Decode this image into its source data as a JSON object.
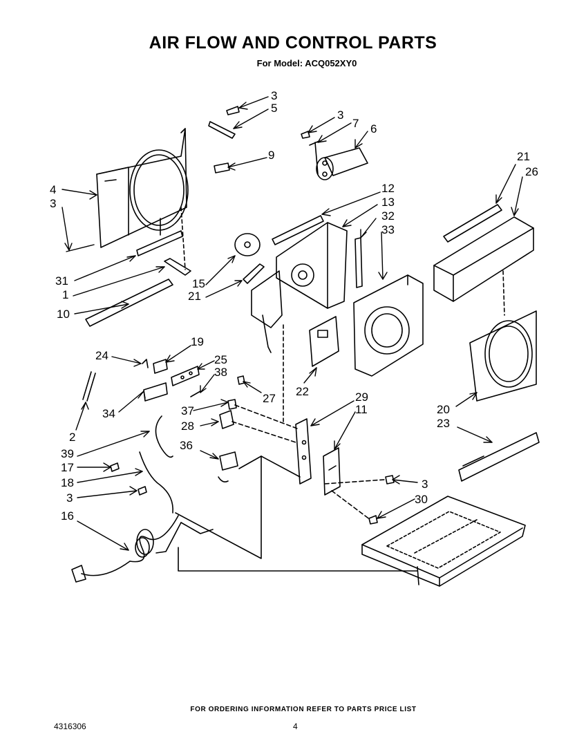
{
  "header": {
    "title": "AIR FLOW AND CONTROL PARTS",
    "subtitle": "For Model: ACQ052XY0"
  },
  "callouts": [
    {
      "id": "c3a",
      "label": "3"
    },
    {
      "id": "c5",
      "label": "5"
    },
    {
      "id": "c3b",
      "label": "3"
    },
    {
      "id": "c7",
      "label": "7"
    },
    {
      "id": "c6",
      "label": "6"
    },
    {
      "id": "c9",
      "label": "9"
    },
    {
      "id": "c4",
      "label": "4"
    },
    {
      "id": "c3c",
      "label": "3"
    },
    {
      "id": "c21a",
      "label": "21"
    },
    {
      "id": "c26",
      "label": "26"
    },
    {
      "id": "c12",
      "label": "12"
    },
    {
      "id": "c13",
      "label": "13"
    },
    {
      "id": "c32",
      "label": "32"
    },
    {
      "id": "c33",
      "label": "33"
    },
    {
      "id": "c31",
      "label": "31"
    },
    {
      "id": "c1",
      "label": "1"
    },
    {
      "id": "c10",
      "label": "10"
    },
    {
      "id": "c15",
      "label": "15"
    },
    {
      "id": "c21b",
      "label": "21"
    },
    {
      "id": "c24",
      "label": "24"
    },
    {
      "id": "c19",
      "label": "19"
    },
    {
      "id": "c25",
      "label": "25"
    },
    {
      "id": "c38",
      "label": "38"
    },
    {
      "id": "c27",
      "label": "27"
    },
    {
      "id": "c22",
      "label": "22"
    },
    {
      "id": "c34",
      "label": "34"
    },
    {
      "id": "c2",
      "label": "2"
    },
    {
      "id": "c37",
      "label": "37"
    },
    {
      "id": "c29",
      "label": "29"
    },
    {
      "id": "c11",
      "label": "11"
    },
    {
      "id": "c20",
      "label": "20"
    },
    {
      "id": "c23",
      "label": "23"
    },
    {
      "id": "c28",
      "label": "28"
    },
    {
      "id": "c39",
      "label": "39"
    },
    {
      "id": "c36",
      "label": "36"
    },
    {
      "id": "c17",
      "label": "17"
    },
    {
      "id": "c18",
      "label": "18"
    },
    {
      "id": "c3d",
      "label": "3"
    },
    {
      "id": "c3e",
      "label": "3"
    },
    {
      "id": "c30",
      "label": "30"
    },
    {
      "id": "c16",
      "label": "16"
    }
  ],
  "footer": {
    "note": "FOR ORDERING INFORMATION REFER TO PARTS PRICE LIST",
    "document_number": "4316306",
    "page_number": "4"
  },
  "colors": {
    "ink": "#000000",
    "paper": "#ffffff"
  }
}
